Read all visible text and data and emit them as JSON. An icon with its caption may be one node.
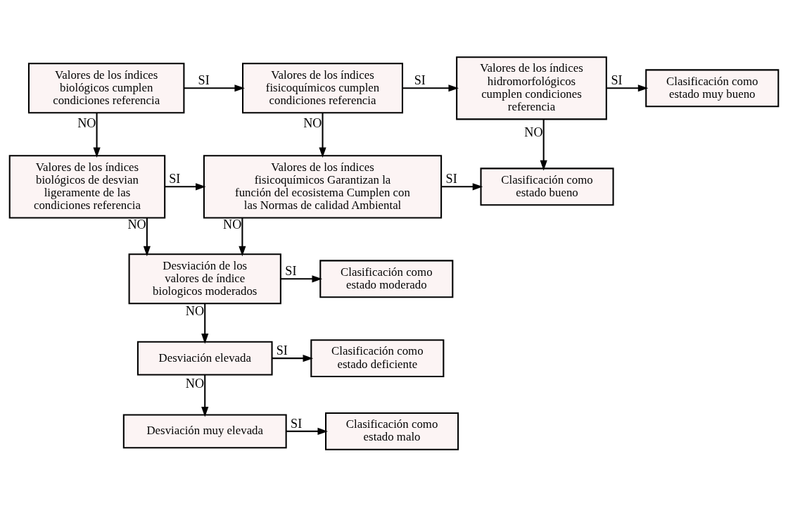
{
  "diagram": {
    "nodes": [
      {
        "text": [
          "Valores de los índices biológicos cumplen condiciones referencia"
        ]
      },
      {
        "text": [
          "Valores de los índices fisicoquímicos cumplen condiciones referencia"
        ]
      },
      {
        "text": [
          "Valores de los índices hidromorfológicos cumplen condiciones referencia"
        ]
      },
      {
        "text": [
          "Clasificación como estado muy bueno"
        ]
      },
      {
        "text": [
          "Valores de los índices biológicos de desvian ligeramente de las condiciones referencia"
        ]
      },
      {
        "text": [
          "Valores de los índices fisicoquímicos Garantizan la función del ecosistema Cumplen con las Normas de calidad Ambiental"
        ]
      },
      {
        "text": [
          "Clasificación como estado bueno"
        ]
      },
      {
        "text": [
          "Desviación de los valores de índice biologicos moderados"
        ]
      },
      {
        "text": [
          "Clasificación como estado moderado"
        ]
      },
      {
        "text": [
          "Desviación elevada"
        ]
      },
      {
        "text": [
          "Clasificación como estado deficiente"
        ]
      },
      {
        "text": [
          "Desviación muy elevada"
        ]
      },
      {
        "text": [
          "Clasificación como estado malo"
        ]
      }
    ],
    "edges": [
      {
        "from": 0,
        "to": 1,
        "arrow": "to",
        "label": "SI"
      },
      {
        "from": 1,
        "to": 2,
        "arrow": "to",
        "label": "SI"
      },
      {
        "from": 2,
        "to": 3,
        "arrow": "to",
        "label": "SI"
      },
      {
        "from": 0,
        "to": 4,
        "arrow": "to",
        "label": "NO"
      },
      {
        "from": 1,
        "to": 5,
        "arrow": "to",
        "label": "NO"
      },
      {
        "from": 2,
        "to": 6,
        "arrow": "to",
        "label": "NO"
      },
      {
        "from": 4,
        "to": 5,
        "arrow": "to",
        "label": "SI"
      },
      {
        "from": 5,
        "to": 6,
        "arrow": "to",
        "label": "SI"
      },
      {
        "from": 4,
        "to": 7,
        "arrow": "to",
        "label": "NO"
      },
      {
        "from": 5,
        "to": 7,
        "arrow": "to",
        "label": "NO"
      },
      {
        "from": 7,
        "to": 8,
        "arrow": "to",
        "label": "SI"
      },
      {
        "from": 7,
        "to": 9,
        "arrow": "to",
        "label": "NO"
      },
      {
        "from": 9,
        "to": 10,
        "arrow": "to",
        "label": "SI"
      },
      {
        "from": 9,
        "to": 11,
        "arrow": "to",
        "label": "NO"
      },
      {
        "from": 11,
        "to": 12,
        "arrow": "to",
        "label": "SI"
      }
    ]
  }
}
